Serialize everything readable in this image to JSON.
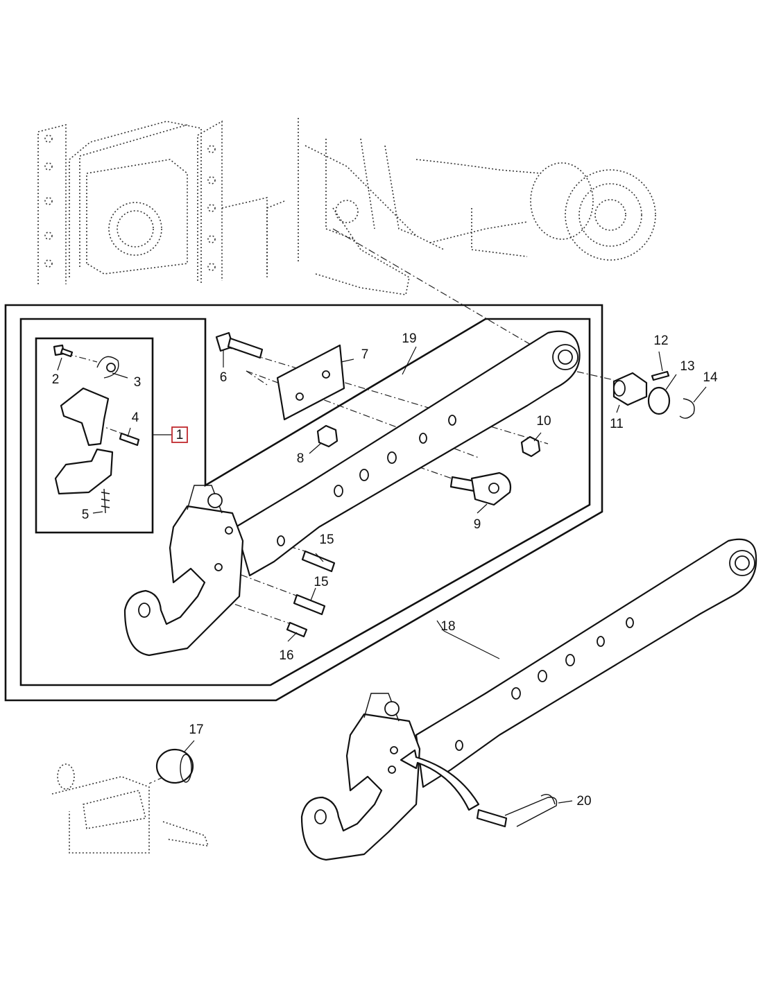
{
  "callouts": [
    {
      "id": "c1",
      "text": "1"
    },
    {
      "id": "c2",
      "text": "2"
    },
    {
      "id": "c3",
      "text": "3"
    },
    {
      "id": "c4",
      "text": "4"
    },
    {
      "id": "c5",
      "text": "5"
    },
    {
      "id": "c6",
      "text": "6"
    },
    {
      "id": "c7",
      "text": "7"
    },
    {
      "id": "c8",
      "text": "8"
    },
    {
      "id": "c9",
      "text": "9"
    },
    {
      "id": "c10",
      "text": "10"
    },
    {
      "id": "c11",
      "text": "11"
    },
    {
      "id": "c12",
      "text": "12"
    },
    {
      "id": "c13",
      "text": "13"
    },
    {
      "id": "c14",
      "text": "14"
    },
    {
      "id": "c15a",
      "text": "15"
    },
    {
      "id": "c15b",
      "text": "15"
    },
    {
      "id": "c16",
      "text": "16"
    },
    {
      "id": "c17",
      "text": "17"
    },
    {
      "id": "c18",
      "text": "18"
    },
    {
      "id": "c19",
      "text": "19"
    },
    {
      "id": "c20",
      "text": "20"
    }
  ],
  "highlight": {
    "callout": "1",
    "color": "#c0282d"
  },
  "colors": {
    "line": "#111111",
    "background": "#ffffff"
  }
}
